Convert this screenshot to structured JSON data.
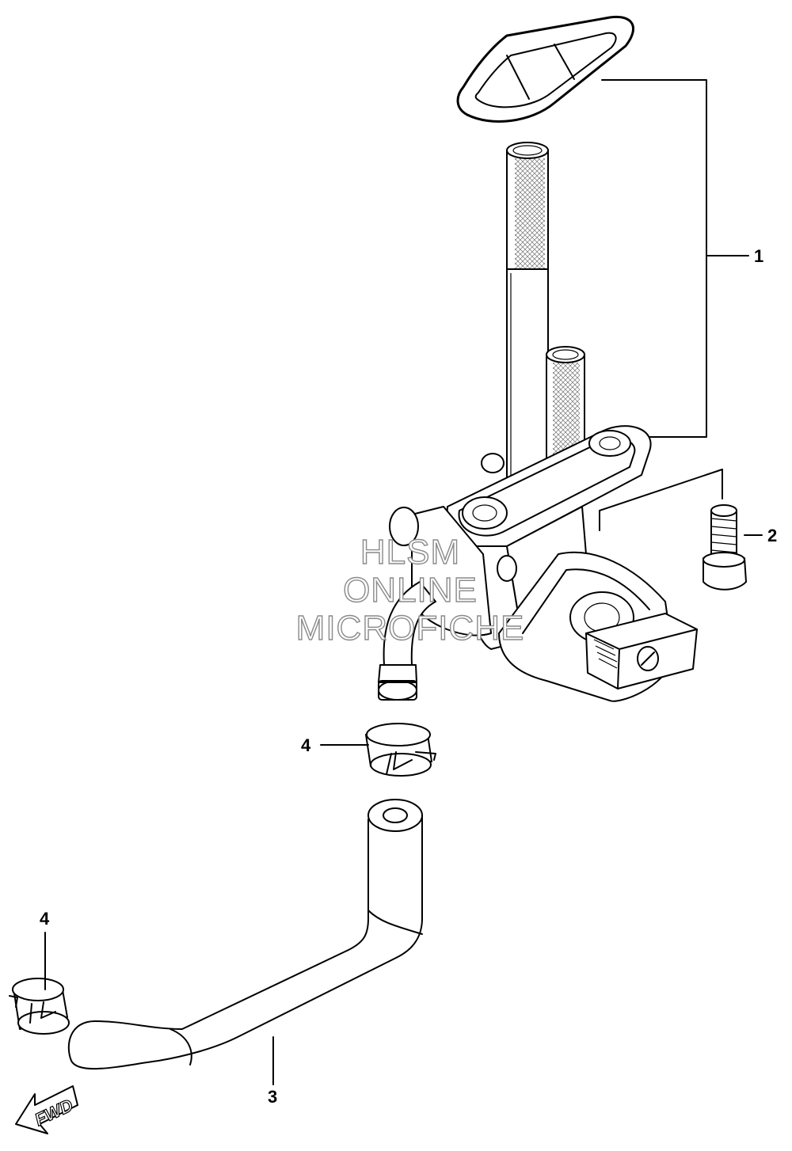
{
  "callouts": {
    "c1": "1",
    "c2": "2",
    "c3": "3",
    "c4a": "4",
    "c4b": "4"
  },
  "watermark": {
    "line1": "HLSM",
    "line2": "ONLINE",
    "line3": "MICROFICHE"
  },
  "fwd_label": "FWD",
  "colors": {
    "line": "#000000",
    "background": "#ffffff",
    "watermark": "#8a8a8a"
  }
}
